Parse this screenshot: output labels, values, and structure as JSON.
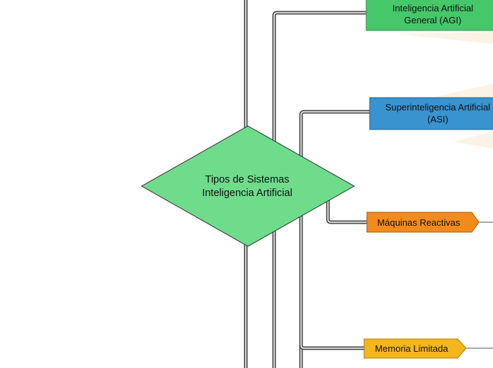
{
  "diagram": {
    "root": {
      "line1": "Tipos de Sistemas",
      "line2": "Inteligencia Artificial",
      "color": "#6fdc8c"
    },
    "nodes": [
      {
        "id": "agi",
        "line1": "Inteligencia Artificial",
        "line2": "General (AGI)",
        "color": "#46c76a"
      },
      {
        "id": "asi",
        "line1": "Superinteligencia Artificial",
        "line2": "(ASI)",
        "color": "#3893cf"
      },
      {
        "id": "reactive",
        "line1": "Máquinas Reactivas",
        "color": "#f28a1c"
      },
      {
        "id": "limited",
        "line1": "Memoria Limitada",
        "color": "#f5b51d"
      }
    ],
    "connector_color": "#4a4a4a"
  }
}
